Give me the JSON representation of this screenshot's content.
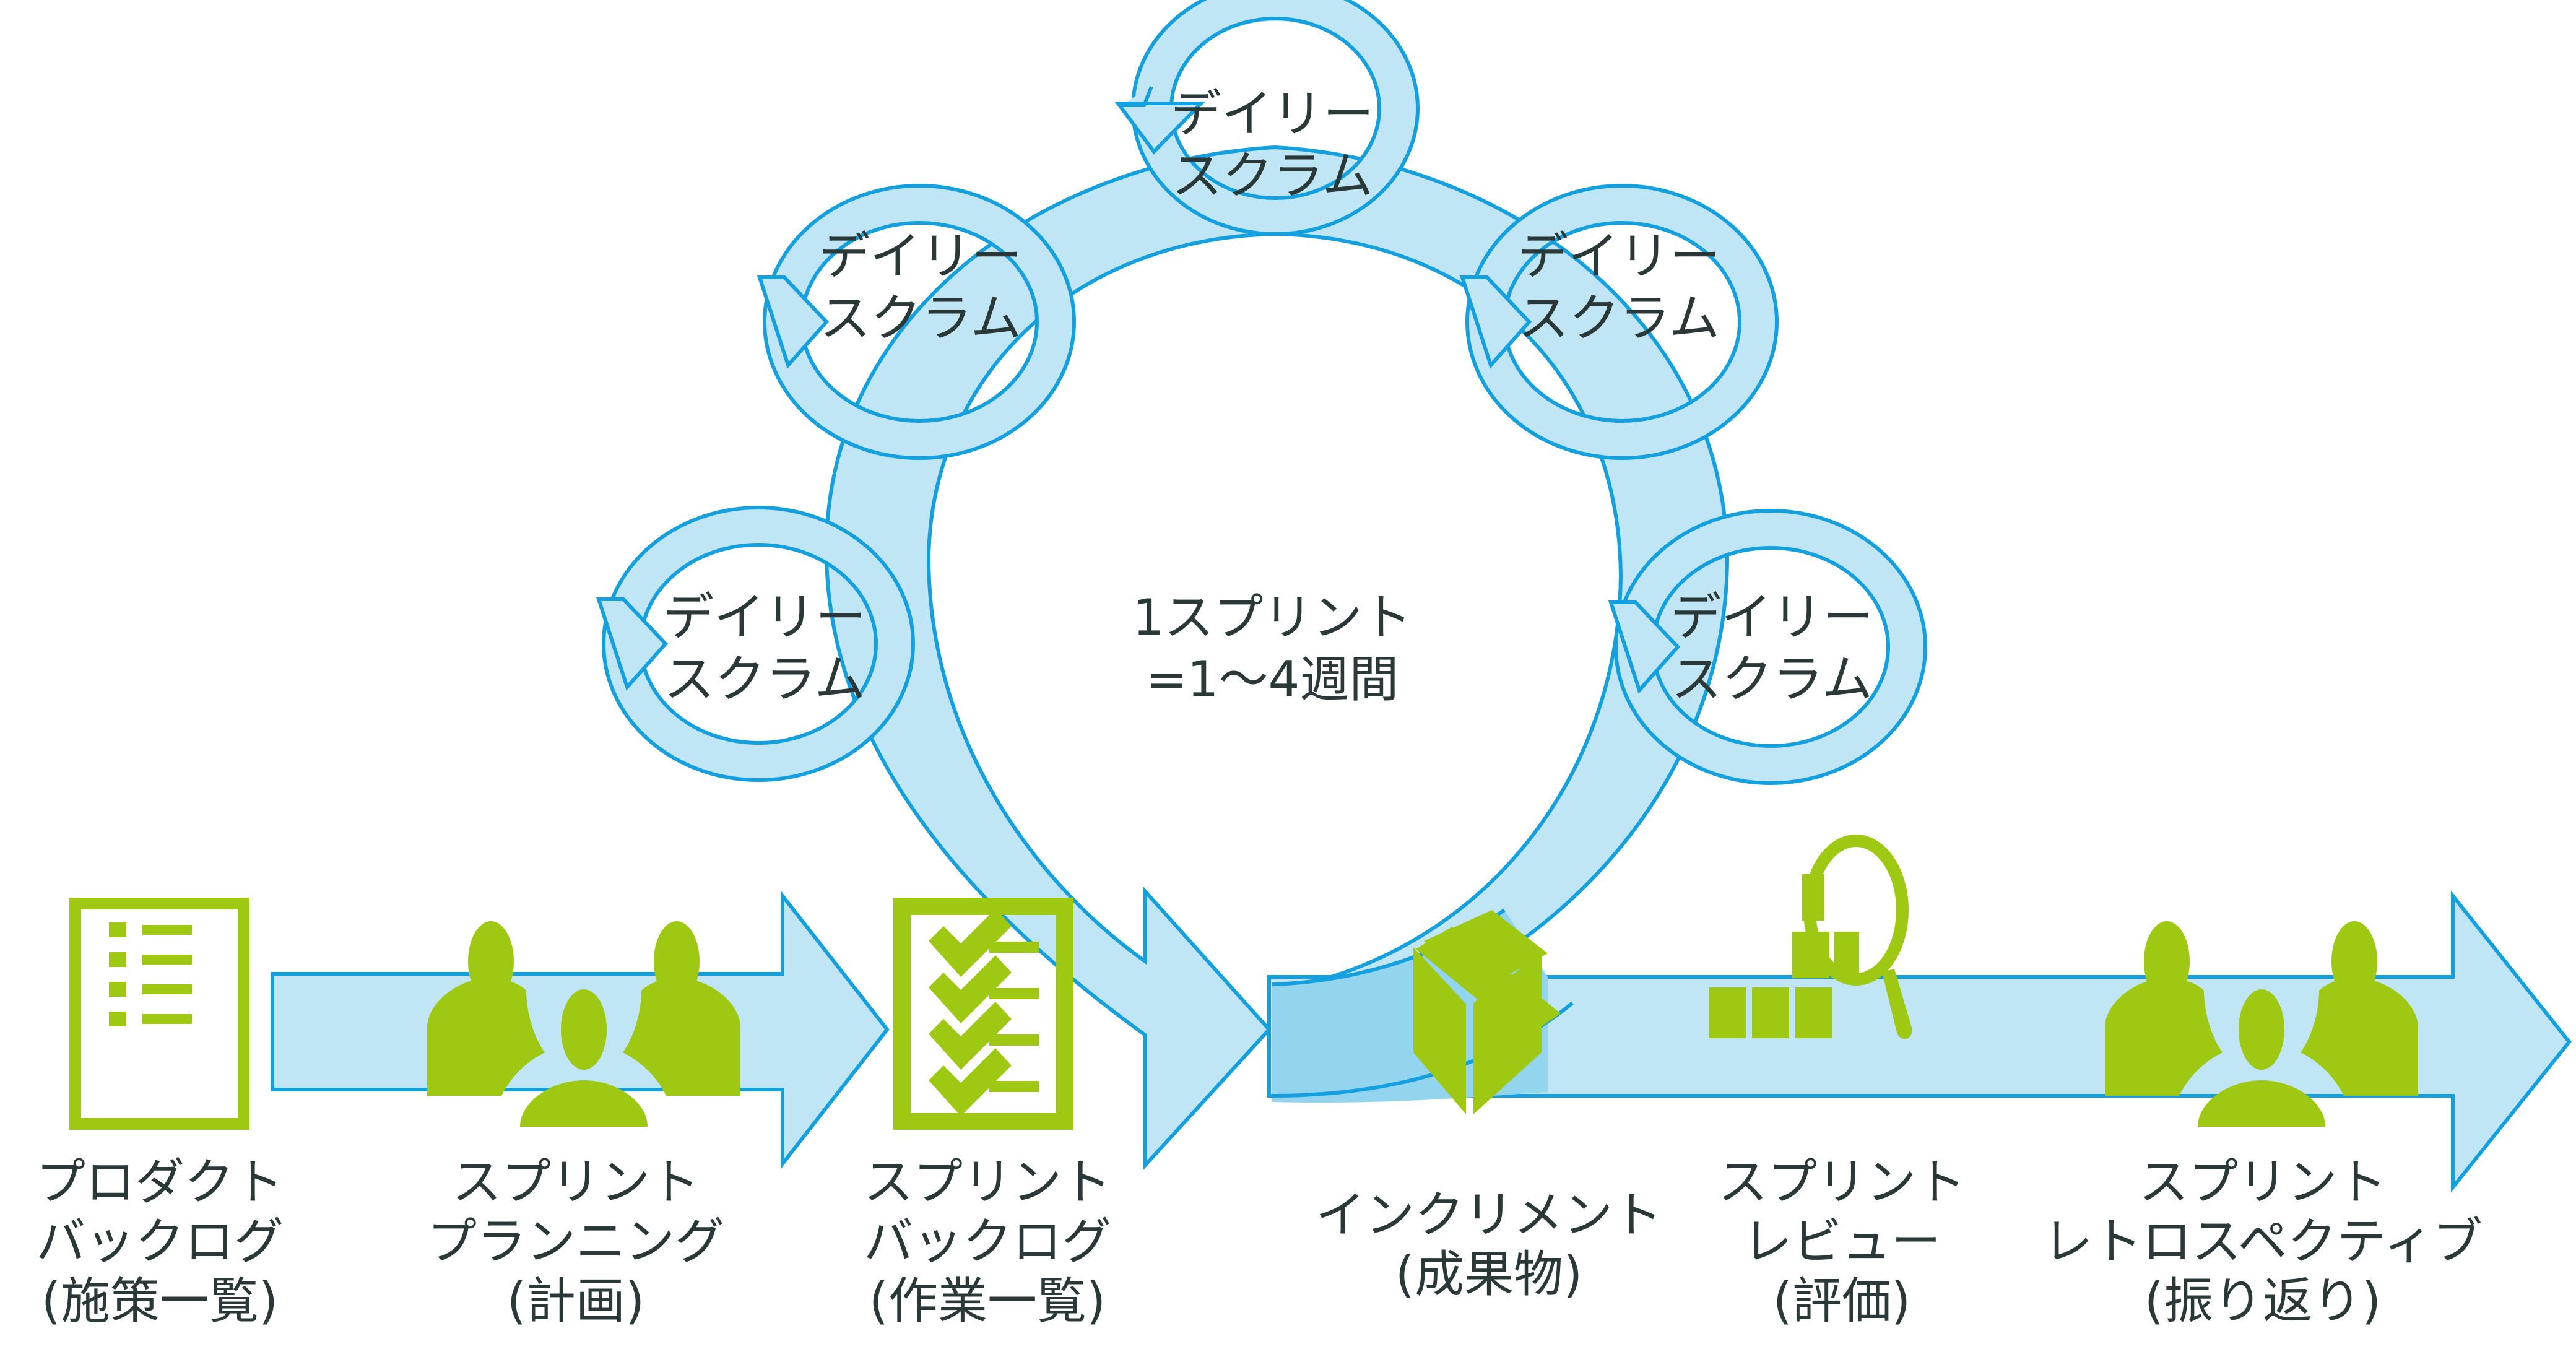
{
  "colors": {
    "ring_fill": "#c0e5f5",
    "ring_overlap": "#93d4ef",
    "ring_stroke": "#14a0de",
    "icon_green": "#9ec812",
    "text": "#2a3838"
  },
  "center": {
    "line1": "1スプリント",
    "line2": "=1〜4週間"
  },
  "daily_scrum": {
    "line1": "デイリー",
    "line2": "スクラム",
    "count": 5
  },
  "stages": [
    {
      "icon": "backlog-list-icon",
      "lines": [
        "プロダクト",
        "バックログ",
        "(施策一覧)"
      ]
    },
    {
      "icon": "team-people-icon",
      "lines": [
        "スプリント",
        "プランニング",
        "(計画)"
      ]
    },
    {
      "icon": "checklist-icon",
      "lines": [
        "スプリント",
        "バックログ",
        "(作業一覧)"
      ]
    },
    {
      "icon": "box-package-icon",
      "lines": [
        "インクリメント",
        "(成果物)"
      ]
    },
    {
      "icon": "boxes-magnifier-icon",
      "lines": [
        "スプリント",
        "レビュー",
        "(評価)"
      ]
    },
    {
      "icon": "team-people-icon",
      "lines": [
        "スプリント",
        "レトロスペクティブ",
        "(振り返り)"
      ]
    }
  ]
}
